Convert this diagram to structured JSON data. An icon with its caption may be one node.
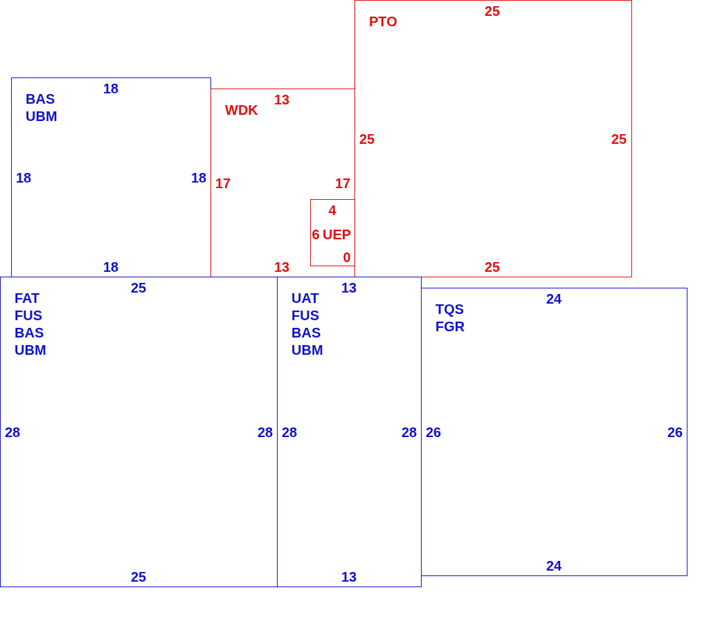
{
  "diagram": {
    "nodes": [
      {
        "text": [
          "PTO",
          "25",
          "25",
          "25",
          "25"
        ]
      },
      {
        "text": [
          "BAS UBM",
          "18",
          "18",
          "18",
          "18"
        ]
      },
      {
        "text": [
          "WDK",
          "13",
          "17",
          "17",
          "13"
        ]
      },
      {
        "text": [
          "UEP",
          "4",
          "6",
          "0"
        ],
        "in": 2
      },
      {
        "text": [
          "FAT FUS BAS UBM",
          "25",
          "28",
          "28",
          "25"
        ]
      },
      {
        "text": [
          "UAT FUS BAS UBM",
          "13",
          "28",
          "28",
          "13"
        ]
      },
      {
        "text": [
          "TQS FGR",
          "24",
          "26",
          "26",
          "24"
        ]
      }
    ],
    "edges": []
  }
}
